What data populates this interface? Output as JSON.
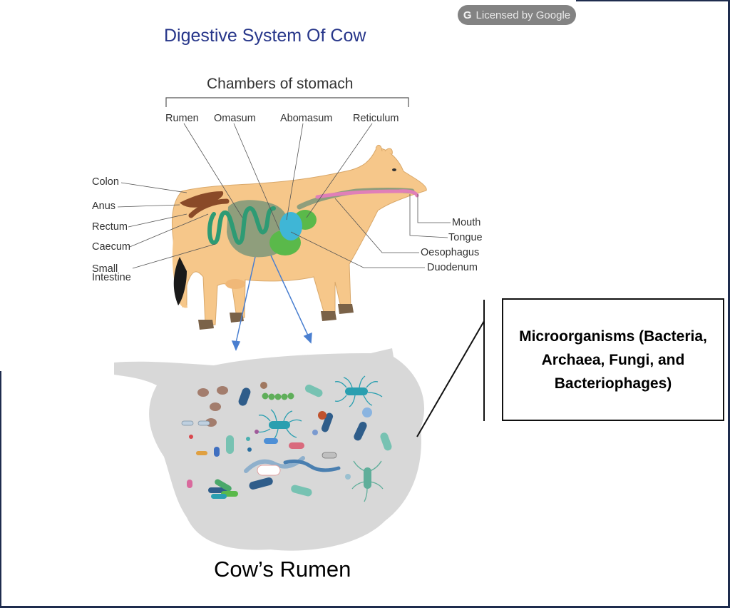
{
  "badge": {
    "icon": "google-g-icon",
    "text": "Licensed by Google"
  },
  "title": "Digestive System Of Cow",
  "chambers_heading": "Chambers of stomach",
  "chamber_labels": [
    "Rumen",
    "Omasum",
    "Abomasum",
    "Reticulum"
  ],
  "left_labels": [
    "Colon",
    "Anus",
    "Rectum",
    "Caecum",
    "Small",
    "Intestine"
  ],
  "right_labels": [
    "Mouth",
    "Tongue",
    "Oesophagus",
    "Duodenum"
  ],
  "microorganisms_text": "Microorganisms (Bacteria, Archaea, Fungi, and Bacteriophages)",
  "rumen_caption": "Cow’s Rumen",
  "colors": {
    "title": "#27368a",
    "cow_body": "#f6c78a",
    "intestine": "#2e9b74",
    "rumen": "#8f9e7c",
    "omasum": "#5ab94a",
    "abomasum": "#3fb6d6",
    "tongue": "#e07fb8",
    "arrows": "#4a7fd0",
    "blob": "#d8d8d8"
  }
}
